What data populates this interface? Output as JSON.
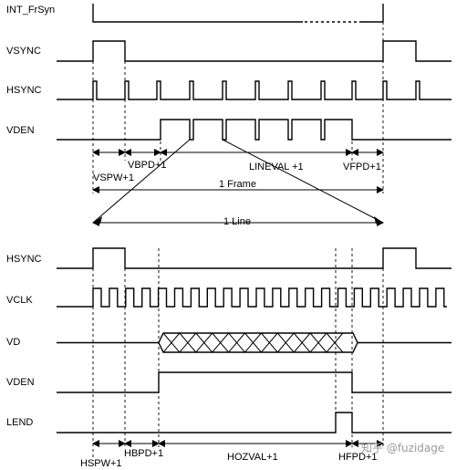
{
  "signals_top": {
    "int_frsyn": "INT_FrSyn",
    "vsync": "VSYNC",
    "hsync": "HSYNC",
    "vden": "VDEN"
  },
  "intervals_top": {
    "vspw": "VSPW+1",
    "vbpd": "VBPD+1",
    "lineval": "LINEVAL +1",
    "vfpd": "VFPD+1",
    "frame": "1 Frame"
  },
  "line_label": "1 Line",
  "signals_bottom": {
    "hsync": "HSYNC",
    "vclk": "VCLK",
    "vd": "VD",
    "vden": "VDEN",
    "lend": "LEND"
  },
  "intervals_bottom": {
    "hspw": "HSPW+1",
    "hbpd": "HBPD+1",
    "hozval": "HOZVAL+1",
    "hfpd": "HFPD+1"
  },
  "watermark": "知乎 @fuzidage"
}
